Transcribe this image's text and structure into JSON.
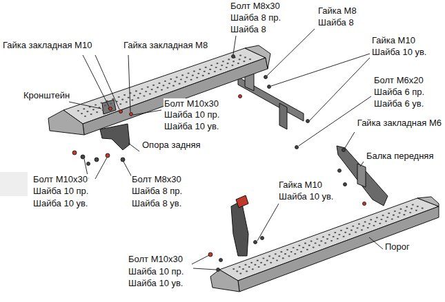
{
  "diagram": {
    "labels": [
      "Болт M8x30",
      "Шайба 8 пр.",
      "Шайба 8",
      "Гайка M8",
      "Шайба 8",
      "Гайка закладная M10",
      "Гайка закладная M8",
      "Гайка M10",
      "Шайба 10 ув.",
      "Болт M6x20",
      "Шайба 6 пр.",
      "Шайба 6 ув.",
      "Кронштейн",
      "Болт M10x30",
      "Шайба 10 пр.",
      "Шайба 10 ув.",
      "Гайка закладная M6",
      "Опора задняя",
      "Балка передняя",
      "Болт M10x30",
      "Шайба 10 пр.",
      "Шайба 10 ув.",
      "Болт M8x30",
      "Шайба 8 пр.",
      "Шайба 8 ув.",
      "Гайка M10",
      "Шайба 10 ув.",
      "Порог",
      "Болт M10x30",
      "Шайба 10 пр.",
      "Шайба 10 ув."
    ]
  }
}
